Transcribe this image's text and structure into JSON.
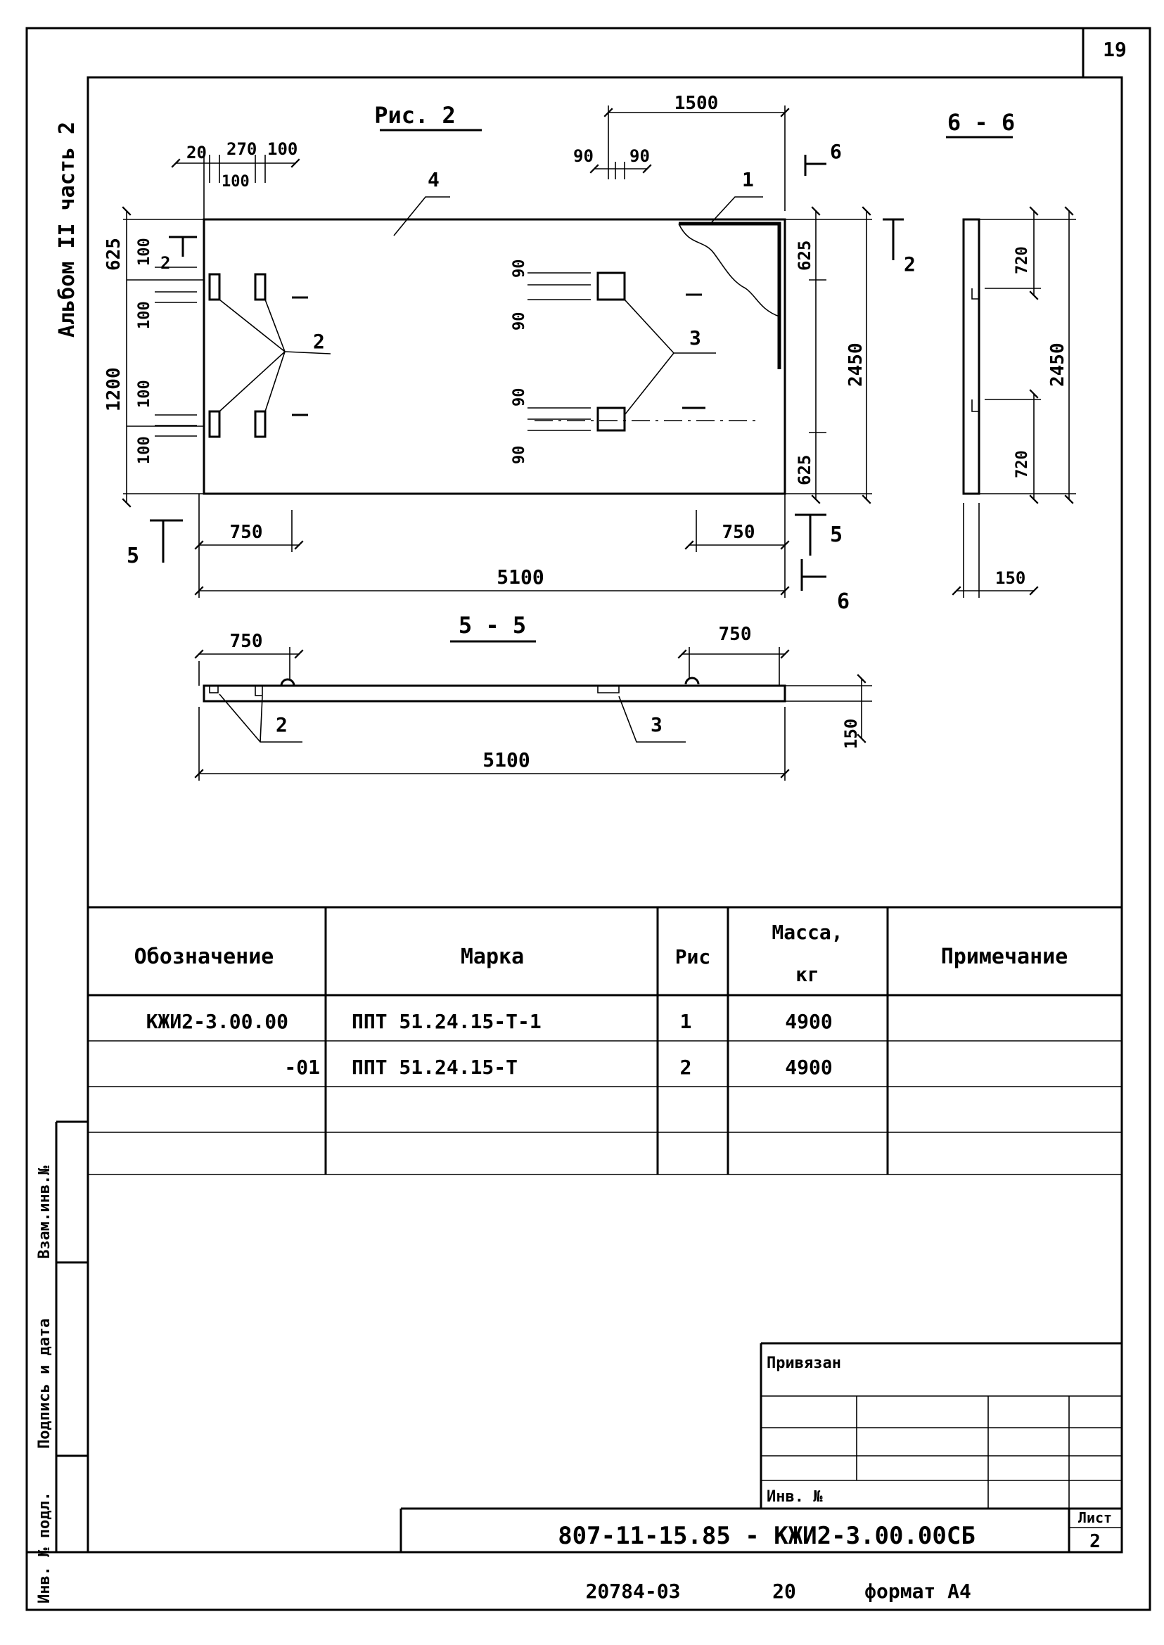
{
  "sheet_number_top": "19",
  "album_label": "Альбом II часть 2",
  "fig_title": "Рис. 2",
  "section_55_title": "5 - 5",
  "section_66_title": "6 - 6",
  "dims_plan": {
    "d20": "20",
    "d270": "270",
    "d100a": "100",
    "d100b": "100",
    "d1500": "1500",
    "d90a": "90",
    "d90b": "90",
    "d625_l": "625",
    "d1200": "1200",
    "d100_v1": "100",
    "d100_v2": "100",
    "d100_v3": "100",
    "d100_v4": "100",
    "d90_v1": "90",
    "d90_v2": "90",
    "d90_v3": "90",
    "d90_v4": "90",
    "d625_r1": "625",
    "d2450_r": "2450",
    "d625_r2": "625",
    "d750_l": "750",
    "d750_r": "750",
    "d5100": "5100"
  },
  "dims_section55": {
    "d750_l": "750",
    "d750_r": "750",
    "d5100": "5100",
    "d150": "150"
  },
  "dims_section66": {
    "d720a": "720",
    "d720b": "720",
    "d2450": "2450",
    "d150": "150"
  },
  "callouts": {
    "c1": "1",
    "c2": "2",
    "c3": "3",
    "c4": "4",
    "c2b": "2",
    "c3b": "3"
  },
  "cut_marks": {
    "m2": "2",
    "m5a": "5",
    "m5b": "5",
    "m6a": "6",
    "m6b": "6"
  },
  "spec_table": {
    "headers": [
      "Обозначение",
      "Марка",
      "Рис",
      "Масса, кг",
      "Примечание"
    ],
    "header_massa_1": "Масса,",
    "header_massa_2": "кг",
    "rows": [
      [
        "КЖИ2-3.00.00",
        "ППТ 51.24.15-Т-1",
        "1",
        "4900",
        ""
      ],
      [
        "-01",
        "ППТ 51.24.15-Т",
        "2",
        "4900",
        ""
      ]
    ]
  },
  "side_stamp": {
    "vzam": "Взам.инв.№",
    "podpis": "Подпись и дата",
    "inv_podl": "Инв. № подл."
  },
  "title_block": {
    "privyazan": "Привязан",
    "inv_no": "Инв. №",
    "code": "807-11-15.85 - КЖИ2-3.00.00СБ",
    "list_label": "Лист",
    "list_no": "2"
  },
  "footer": {
    "order": "20784-03",
    "page": "20",
    "format": "формат А4"
  }
}
